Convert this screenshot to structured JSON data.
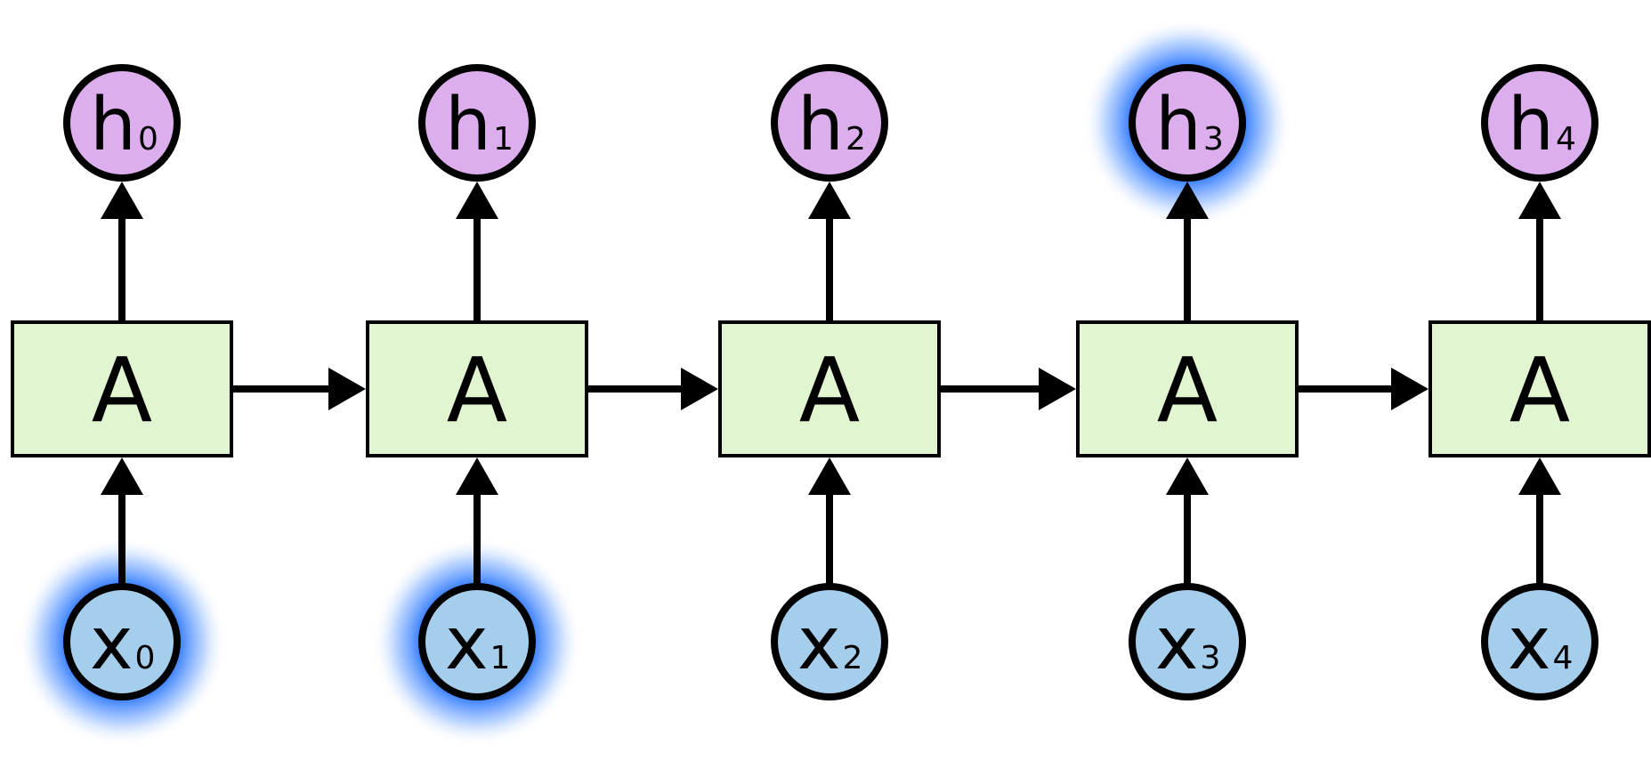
{
  "colors": {
    "cell_fill": "#e0f5d0",
    "output_fill": "#dcaeed",
    "input_fill": "#a5cdec",
    "stroke": "#000000",
    "glow": "#1a6cff",
    "background": "#ffffff"
  },
  "cells": [
    {
      "label": "A"
    },
    {
      "label": "A"
    },
    {
      "label": "A"
    },
    {
      "label": "A"
    },
    {
      "label": "A"
    }
  ],
  "outputs": [
    {
      "main": "h",
      "sub": "0",
      "highlighted": false
    },
    {
      "main": "h",
      "sub": "1",
      "highlighted": false
    },
    {
      "main": "h",
      "sub": "2",
      "highlighted": false
    },
    {
      "main": "h",
      "sub": "3",
      "highlighted": true
    },
    {
      "main": "h",
      "sub": "4",
      "highlighted": false
    }
  ],
  "inputs": [
    {
      "main": "x",
      "sub": "0",
      "highlighted": true
    },
    {
      "main": "x",
      "sub": "1",
      "highlighted": true
    },
    {
      "main": "x",
      "sub": "2",
      "highlighted": false
    },
    {
      "main": "x",
      "sub": "3",
      "highlighted": false
    },
    {
      "main": "x",
      "sub": "4",
      "highlighted": false
    }
  ]
}
